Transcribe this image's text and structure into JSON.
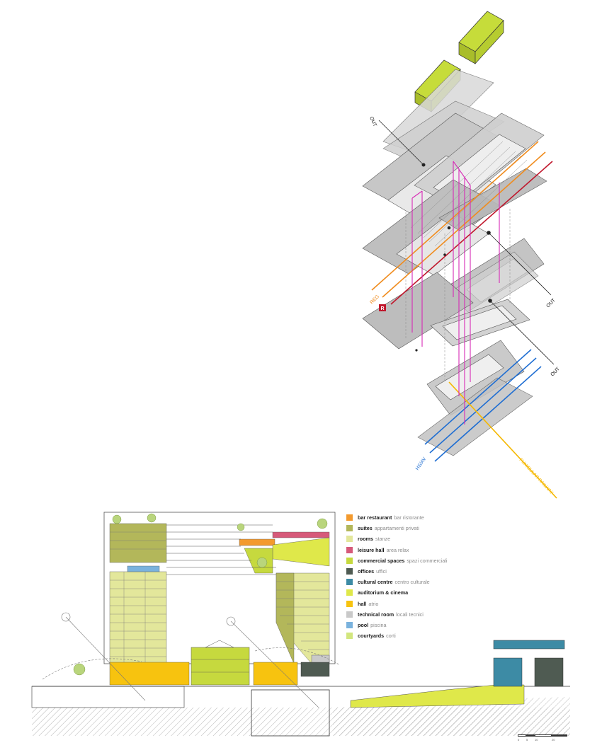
{
  "diagram": {
    "axon_labels": {
      "out_top": "OUT",
      "out_middle": "OUT",
      "out_bottom": "OUT",
      "reg": "REG",
      "r_badge": "R",
      "hs_av": "HS/AV",
      "funicular": "FUNICULAR RAILWAY"
    },
    "colors": {
      "bar_restaurant": "#f39a2e",
      "suites": "#b3b75a",
      "rooms": "#e3e79b",
      "leisure_hall": "#d65a7a",
      "commercial_spaces": "#c6d93e",
      "offices": "#4f5b52",
      "cultural_centre": "#3d8ba5",
      "auditorium": "#dfe84a",
      "hall": "#f7c30f",
      "technical_room": "#c9c9c9",
      "pool": "#7ab2dd",
      "courtyards": "#d2e67e",
      "magenta_vertical": "#d72bb6",
      "orange_rail": "#f08c1e",
      "red_rail": "#c0172c",
      "blue_rail": "#1f6ed2",
      "yellow_rail": "#f5b800",
      "slab": "#c8c8c8",
      "slab_dark": "#a9a9a9"
    },
    "legend": [
      {
        "en": "bar restaurant",
        "it": "bar ristorante",
        "color": "#f39a2e"
      },
      {
        "en": "suites",
        "it": "appartamenti privati",
        "color": "#b3b75a"
      },
      {
        "en": "rooms",
        "it": "stanze",
        "color": "#e3e79b"
      },
      {
        "en": "leisure hall",
        "it": "area relax",
        "color": "#d65a7a"
      },
      {
        "en": "commercial spaces",
        "it": "spazi commerciali",
        "color": "#c6d93e"
      },
      {
        "en": "offices",
        "it": "uffici",
        "color": "#4f5b52"
      },
      {
        "en": "cultural centre",
        "it": "centro culturale",
        "color": "#3d8ba5"
      },
      {
        "en": "auditorium & cinema",
        "it": "",
        "color": "#dfe84a"
      },
      {
        "en": "hall",
        "it": "atrio",
        "color": "#f7c30f"
      },
      {
        "en": "technical room",
        "it": "locali tecnici",
        "color": "#c9c9c9"
      },
      {
        "en": "pool",
        "it": "piscina",
        "color": "#7ab2dd"
      },
      {
        "en": "courtyards",
        "it": "corti",
        "color": "#d2e67e"
      }
    ],
    "scale_ticks": [
      "0",
      "5",
      "10",
      "20"
    ]
  }
}
